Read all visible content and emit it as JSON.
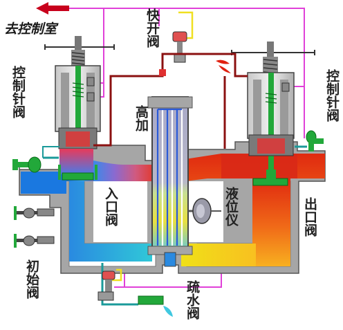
{
  "labels": {
    "to_control_room": "去控制室",
    "fast_open_valve": "快开阀",
    "control_needle_valve_left": "控制针阀",
    "control_needle_valve_right": "控制针阀",
    "hp_heater": "高加",
    "inlet_valve": "入口阀",
    "level_gauge": "液位仪",
    "outlet_valve": "出口阀",
    "initial_valve": "初始阀",
    "drain_valve": "疏水阀"
  },
  "colors": {
    "signal_line": "#e040d8",
    "steam_line": "#8b1010",
    "casing": "#a6a6a6",
    "inlet_water": "#2a8ae0",
    "outlet_water": "#e83a10",
    "heater_water": "#ffe020",
    "valve_green": "#22a83a",
    "arrow_red": "#c8001c"
  },
  "icons": [
    "arrow-left-icon",
    "handwheel-icon",
    "actuator-icon",
    "drain-drop-icon",
    "diaphragm-icon"
  ]
}
